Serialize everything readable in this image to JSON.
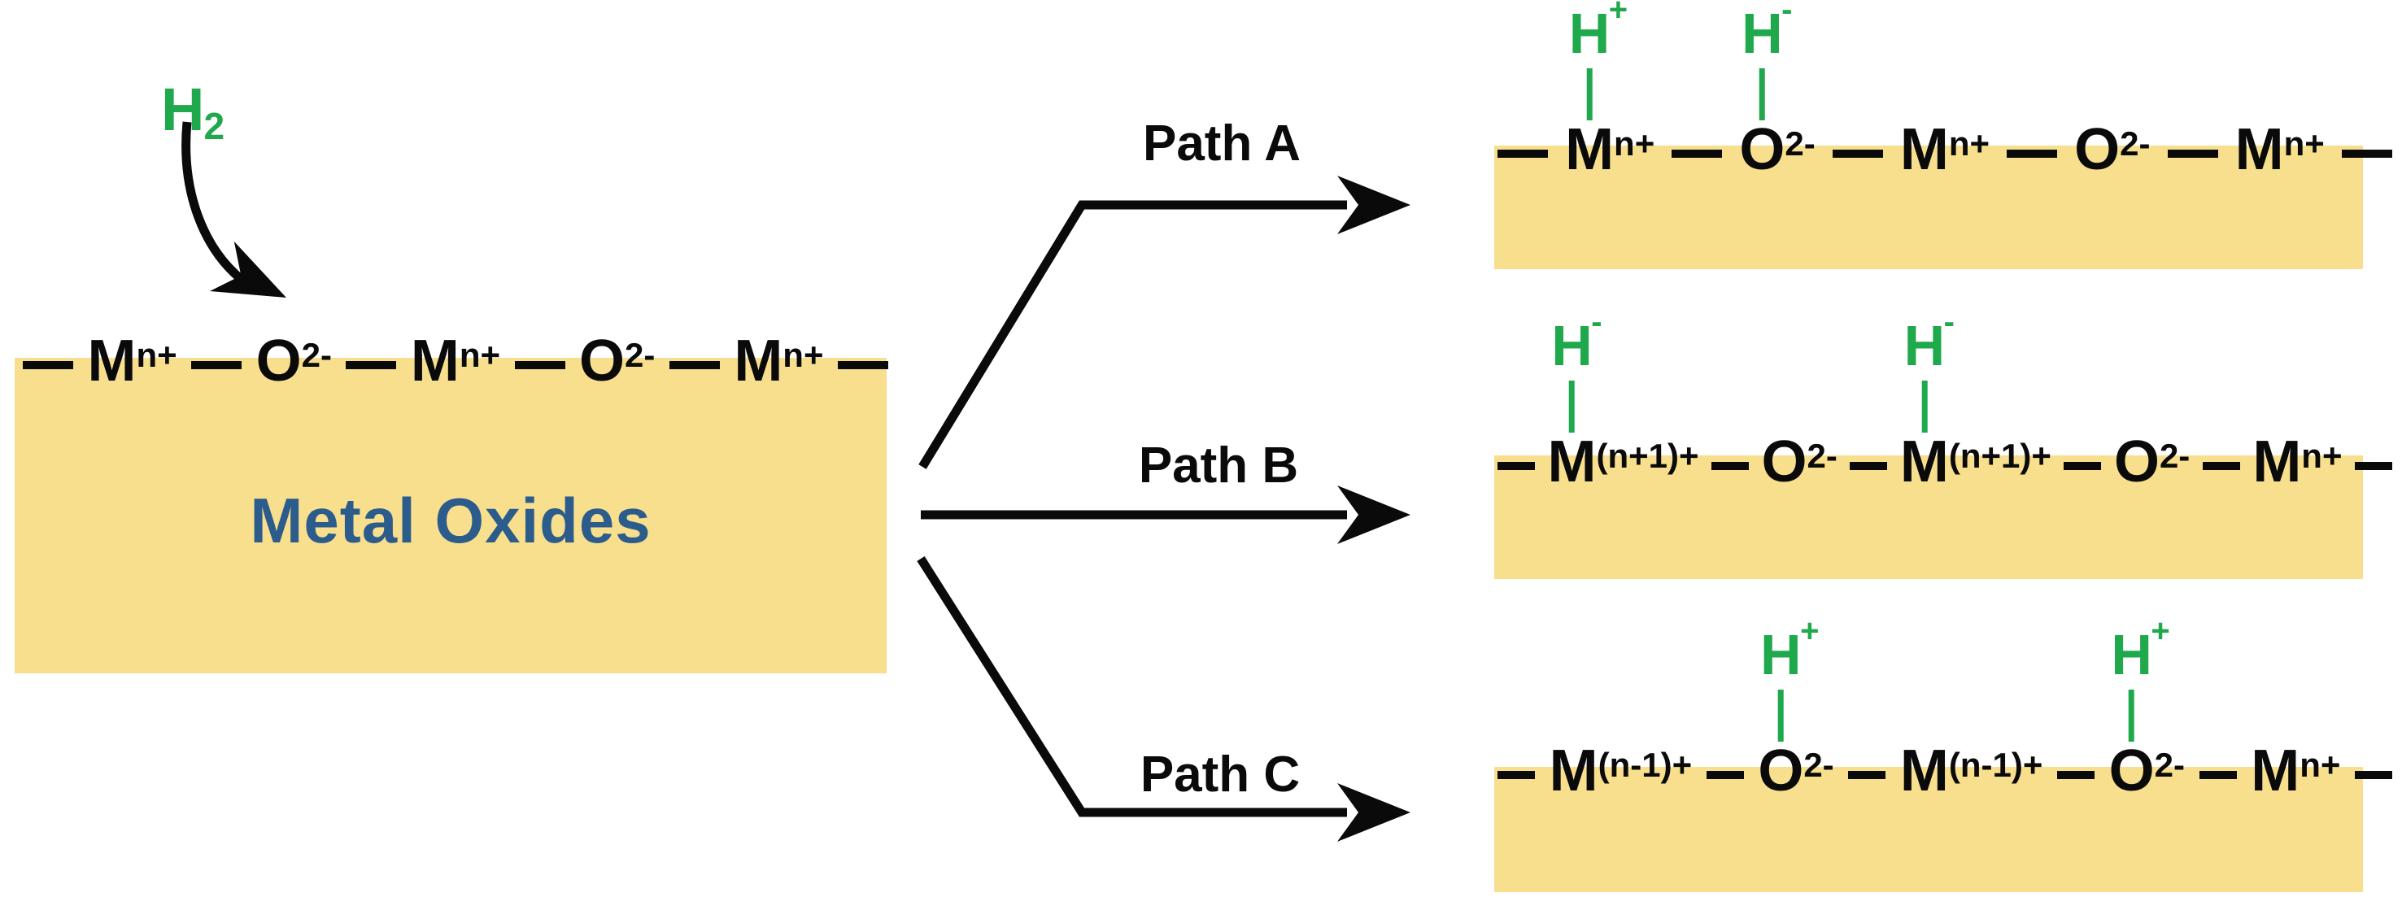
{
  "figure": {
    "type": "reaction-pathway-diagram",
    "reactant_molecule": {
      "base": "H",
      "sub": "2"
    },
    "reactant_box_label": "Metal Oxides",
    "reactant_surface": [
      {
        "base": "M",
        "sup": "n+"
      },
      {
        "base": "O",
        "sup": "2-"
      },
      {
        "base": "M",
        "sup": "n+"
      },
      {
        "base": "O",
        "sup": "2-"
      },
      {
        "base": "M",
        "sup": "n+"
      }
    ],
    "paths": [
      {
        "label": "Path A",
        "surface": [
          {
            "base": "M",
            "sup": "n+",
            "ads": {
              "base": "H",
              "sup": "+"
            }
          },
          {
            "base": "O",
            "sup": "2-",
            "ads": {
              "base": "H",
              "sup": "-"
            }
          },
          {
            "base": "M",
            "sup": "n+"
          },
          {
            "base": "O",
            "sup": "2-"
          },
          {
            "base": "M",
            "sup": "n+"
          }
        ]
      },
      {
        "label": "Path B",
        "surface": [
          {
            "base": "M",
            "sup": "(n+1)+",
            "ads": {
              "base": "H",
              "sup": "-"
            }
          },
          {
            "base": "O",
            "sup": "2-"
          },
          {
            "base": "M",
            "sup": "(n+1)+",
            "ads": {
              "base": "H",
              "sup": "-"
            }
          },
          {
            "base": "O",
            "sup": "2-"
          },
          {
            "base": "M",
            "sup": "n+"
          }
        ]
      },
      {
        "label": "Path C",
        "surface": [
          {
            "base": "M",
            "sup": "(n-1)+"
          },
          {
            "base": "O",
            "sup": "2-",
            "ads": {
              "base": "H",
              "sup": "+"
            }
          },
          {
            "base": "M",
            "sup": "(n-1)+"
          },
          {
            "base": "O",
            "sup": "2-",
            "ads": {
              "base": "H",
              "sup": "+"
            }
          },
          {
            "base": "M",
            "sup": "n+"
          }
        ]
      }
    ],
    "colors": {
      "surface_fill": "#F8DF8E",
      "adsorbate_green": "#1FA84C",
      "box_label_blue": "#2C5C8C",
      "ink": "#0A0A0A"
    }
  }
}
